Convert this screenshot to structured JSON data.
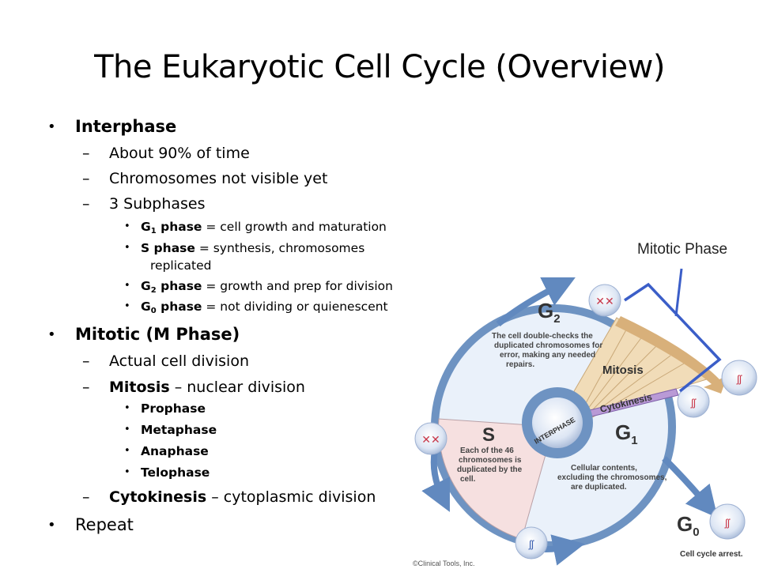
{
  "title": "The Eukaryotic Cell Cycle (Overview)",
  "outline": {
    "interphase": "Interphase",
    "about90": "About 90% of time",
    "not_visible": "Chromosomes not visible yet",
    "subphases": "3 Subphases",
    "g1_g": "G",
    "g1_sub": "1",
    "g1_name": " phase",
    "g1_desc": " = cell growth and maturation",
    "s_name": "S phase",
    "s_desc_1": " = synthesis, chromosomes",
    "s_desc_2": "replicated",
    "g2_g": "G",
    "g2_sub": "2",
    "g2_name": " phase",
    "g2_desc": " = growth and prep for division",
    "g0_g": "G",
    "g0_sub": "0",
    "g0_name": " phase",
    "g0_desc": " = not dividing or quienescent",
    "mitotic": "Mitotic (M Phase)",
    "actual": "Actual cell division",
    "mitosis_bold": "Mitosis",
    "mitosis_rest": " – nuclear division",
    "prophase": "Prophase",
    "metaphase": "Metaphase",
    "anaphase": "Anaphase",
    "telophase": "Telophase",
    "cyto_bold": "Cytokinesis",
    "cyto_rest": " – cytoplasmic division",
    "repeat": "Repeat"
  },
  "mitotic_phase_label": "Mitotic Phase",
  "diagram": {
    "g2": "G",
    "g2_sub": "2",
    "g2_text": [
      "The cell double-checks the",
      "duplicated chromosomes for",
      "error, making any needed",
      "repairs."
    ],
    "mitosis": "Mitosis",
    "cytokinesis": "Cytokinesis",
    "s": "S",
    "s_text": [
      "Each of the 46",
      "chromosomes is",
      "duplicated by the",
      "cell."
    ],
    "interphase": "INTERPHASE",
    "g1": "G",
    "g1_sub": "1",
    "g1_text": [
      "Cellular contents,",
      "excluding the chromosomes,",
      "are duplicated."
    ],
    "g0": "G",
    "g0_sub": "0",
    "arrest": "Cell cycle arrest.",
    "copyright": "©Clinical Tools, Inc.",
    "colors": {
      "ring": "#6e93c2",
      "g2_fill": "#e8f0f9",
      "s_fill": "#f6e0e0",
      "mitosis_fill": "#f1dcb8",
      "cyto": "#b99ad6",
      "arrow": "#6189bf",
      "bracket": "#3b5ec8"
    }
  }
}
